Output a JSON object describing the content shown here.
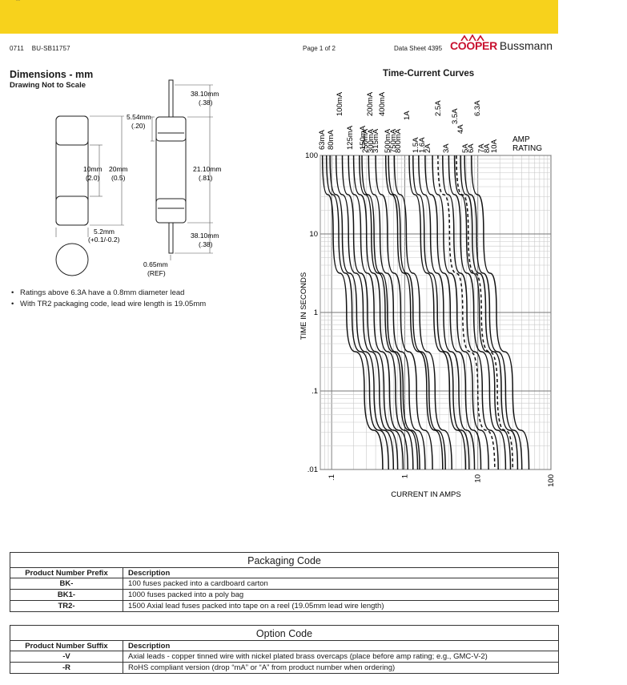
{
  "header": {
    "top_strip": "...",
    "left_code": "0711    BU-SB11757",
    "page": "Page 1 of 2",
    "datasheet": "Data Sheet 4395",
    "brand_cooper": "COOPER",
    "brand_bussmann": "Bussmann"
  },
  "colors": {
    "band": "#f7d21c",
    "brand_red": "#c8102e"
  },
  "dimensions": {
    "title": "Dimensions - mm",
    "subtitle": "Drawing Not to Scale",
    "labels": {
      "body_10mm": "10mm",
      "body_10mm_in": "(2.0)",
      "body_20mm": "20mm",
      "body_20mm_in": "(0.5)",
      "dia_5_2": "5.2mm",
      "dia_5_2_tol": "(+0.1/-0.2)",
      "lead_top": "38.10mm",
      "lead_top_in": "(.38)",
      "cap_5_54": "5.54mm",
      "cap_5_54_in": "(.20)",
      "len_21_10": "21.10mm",
      "len_21_10_in": "(.81)",
      "lead_bot": "38.10mm",
      "lead_bot_in": "(.38)",
      "lead_dia": "0.65mm",
      "lead_dia_ref": "(REF)"
    },
    "notes": [
      "Ratings above 6.3A have a 0.8mm diameter lead",
      "With TR2 packaging code, lead wire length is 19.05mm"
    ]
  },
  "chart": {
    "title": "Time-Current Curves",
    "ylabel": "TIME IN SECONDS",
    "xlabel": "CURRENT IN AMPS",
    "legend_title_1": "AMP",
    "legend_title_2": "RATING",
    "y_ticks": [
      "100",
      "10",
      "1",
      ".1",
      ".01"
    ],
    "x_ticks": [
      ".1",
      "1",
      "10",
      "100"
    ],
    "rating_labels": [
      "63mA",
      "80mA",
      "100mA",
      "125mA",
      "150mA",
      "200mA",
      "250mA",
      "300mA",
      "315mA",
      "400mA",
      "500mA",
      "750mA",
      "800mA",
      "1A",
      "1.5A",
      "1.6A",
      "2A",
      "2.5A",
      "3A",
      "3.5A",
      "4A",
      "5A",
      "6A",
      "6.3A",
      "7A",
      "8A",
      "10A"
    ]
  },
  "chart_data": {
    "type": "line",
    "title": "Time-Current Curves",
    "xlabel": "CURRENT IN AMPS",
    "ylabel": "TIME IN SECONDS",
    "x_scale": "log",
    "y_scale": "log",
    "xlim": [
      0.07,
      100
    ],
    "ylim": [
      0.01,
      100
    ],
    "grid": true,
    "note": "",
    "series": [
      {
        "name": "63mA",
        "points": [
          [
            0.075,
            100
          ],
          [
            0.105,
            10
          ],
          [
            0.16,
            1
          ],
          [
            0.28,
            0.1
          ],
          [
            0.5,
            0.01
          ]
        ]
      },
      {
        "name": "80mA",
        "points": [
          [
            0.085,
            100
          ],
          [
            0.125,
            10
          ],
          [
            0.19,
            1
          ],
          [
            0.33,
            0.1
          ],
          [
            0.6,
            0.01
          ]
        ]
      },
      {
        "name": "100mA",
        "points": [
          [
            0.095,
            100
          ],
          [
            0.14,
            10
          ],
          [
            0.22,
            1
          ],
          [
            0.38,
            0.1
          ],
          [
            0.7,
            0.01
          ]
        ]
      },
      {
        "name": "125mA",
        "points": [
          [
            0.115,
            100
          ],
          [
            0.17,
            10
          ],
          [
            0.27,
            1
          ],
          [
            0.45,
            0.1
          ],
          [
            0.8,
            0.01
          ]
        ]
      },
      {
        "name": "150mA",
        "points": [
          [
            0.14,
            100
          ],
          [
            0.2,
            10
          ],
          [
            0.31,
            1
          ],
          [
            0.52,
            0.1
          ],
          [
            0.95,
            0.01
          ]
        ]
      },
      {
        "name": "200mA",
        "points": [
          [
            0.17,
            100
          ],
          [
            0.25,
            10
          ],
          [
            0.38,
            1
          ],
          [
            0.62,
            0.1
          ],
          [
            1.1,
            0.01
          ]
        ]
      },
      {
        "name": "250mA",
        "points": [
          [
            0.2,
            100
          ],
          [
            0.3,
            10
          ],
          [
            0.46,
            1
          ],
          [
            0.75,
            0.1
          ],
          [
            1.3,
            0.01
          ]
        ]
      },
      {
        "name": "300mA",
        "points": [
          [
            0.24,
            100
          ],
          [
            0.35,
            10
          ],
          [
            0.54,
            1
          ],
          [
            0.88,
            0.1
          ],
          [
            1.5,
            0.01
          ]
        ]
      },
      {
        "name": "315mA",
        "points": [
          [
            0.26,
            100
          ],
          [
            0.38,
            10
          ],
          [
            0.58,
            1
          ],
          [
            0.95,
            0.1
          ],
          [
            1.6,
            0.01
          ]
        ]
      },
      {
        "name": "400mA",
        "points": [
          [
            0.32,
            100
          ],
          [
            0.46,
            10
          ],
          [
            0.7,
            1
          ],
          [
            1.15,
            0.1
          ],
          [
            1.9,
            0.01
          ]
        ]
      },
      {
        "name": "500mA",
        "points": [
          [
            0.4,
            100
          ],
          [
            0.58,
            10
          ],
          [
            0.88,
            1
          ],
          [
            1.45,
            0.1
          ],
          [
            2.4,
            0.01
          ]
        ]
      },
      {
        "name": "750mA",
        "points": [
          [
            0.55,
            100
          ],
          [
            0.8,
            10
          ],
          [
            1.2,
            1
          ],
          [
            2,
            0.1
          ],
          [
            3.3,
            0.01
          ]
        ]
      },
      {
        "name": "800mA",
        "points": [
          [
            0.6,
            100
          ],
          [
            0.87,
            10
          ],
          [
            1.3,
            1
          ],
          [
            2.15,
            0.1
          ],
          [
            3.6,
            0.01
          ]
        ]
      },
      {
        "name": "1A",
        "points": [
          [
            0.72,
            100
          ],
          [
            1.05,
            10
          ],
          [
            1.6,
            1
          ],
          [
            2.6,
            0.1
          ],
          [
            4.4,
            0.01
          ]
        ]
      },
      {
        "name": "1.5A",
        "points": [
          [
            1.15,
            100
          ],
          [
            1.65,
            10
          ],
          [
            2.5,
            1
          ],
          [
            4.1,
            0.1
          ],
          [
            6.8,
            0.01
          ]
        ]
      },
      {
        "name": "1.6A",
        "points": [
          [
            1.3,
            100
          ],
          [
            1.85,
            10
          ],
          [
            2.8,
            1
          ],
          [
            4.6,
            0.1
          ],
          [
            7.6,
            0.01
          ]
        ]
      },
      {
        "name": "2A",
        "points": [
          [
            1.55,
            100
          ],
          [
            2.25,
            10
          ],
          [
            3.4,
            1
          ],
          [
            5.5,
            0.1
          ],
          [
            9,
            0.01
          ]
        ]
      },
      {
        "name": "2.5A",
        "points": [
          [
            1.9,
            100
          ],
          [
            2.8,
            10
          ],
          [
            4.2,
            1
          ],
          [
            6.8,
            0.1
          ],
          [
            11,
            0.01
          ]
        ]
      },
      {
        "name": "3A",
        "points": [
          [
            2.4,
            100
          ],
          [
            3.4,
            10
          ],
          [
            5.2,
            1
          ],
          [
            8.5,
            0.1
          ],
          [
            14,
            0.01
          ]
        ]
      },
      {
        "name": "3.5A",
        "points": [
          [
            2.85,
            100
          ],
          [
            4.1,
            10
          ],
          [
            6.2,
            1
          ],
          [
            10,
            0.1
          ],
          [
            17,
            0.01
          ]
        ]
      },
      {
        "name": "4A",
        "points": [
          [
            3.3,
            100
          ],
          [
            4.7,
            10
          ],
          [
            7.1,
            1
          ],
          [
            11.5,
            0.1
          ],
          [
            19,
            0.01
          ]
        ]
      },
      {
        "name": "5A",
        "points": [
          [
            4,
            100
          ],
          [
            5.8,
            10
          ],
          [
            8.8,
            1
          ],
          [
            14.5,
            0.1
          ],
          [
            24,
            0.01
          ]
        ]
      },
      {
        "name": "6A",
        "points": [
          [
            4.8,
            100
          ],
          [
            7,
            10
          ],
          [
            10.5,
            1
          ],
          [
            17,
            0.1
          ],
          [
            28,
            0.01
          ]
        ]
      },
      {
        "name": "6.3A",
        "points": [
          [
            5.1,
            100
          ],
          [
            7.4,
            10
          ],
          [
            11.2,
            1
          ],
          [
            18.5,
            0.1
          ],
          [
            30,
            0.01
          ]
        ]
      },
      {
        "name": "7A",
        "points": [
          [
            5.8,
            100
          ],
          [
            8.4,
            10
          ],
          [
            12.8,
            1
          ],
          [
            21,
            0.1
          ],
          [
            35,
            0.01
          ]
        ]
      },
      {
        "name": "8A",
        "points": [
          [
            6.6,
            100
          ],
          [
            9.6,
            10
          ],
          [
            14.5,
            1
          ],
          [
            24,
            0.1
          ],
          [
            40,
            0.01
          ]
        ]
      },
      {
        "name": "10A",
        "points": [
          [
            8.2,
            100
          ],
          [
            12,
            10
          ],
          [
            18,
            1
          ],
          [
            30,
            0.1
          ],
          [
            50,
            0.01
          ]
        ]
      }
    ]
  },
  "packaging": {
    "title": "Packaging Code",
    "col1": "Product Number Prefix",
    "col2": "Description",
    "rows": [
      {
        "code": "BK-",
        "desc": "100 fuses packed into a cardboard carton"
      },
      {
        "code": "BK1-",
        "desc": "1000 fuses packed into a poly bag"
      },
      {
        "code": "TR2-",
        "desc": "1500 Axial lead fuses packed into tape on a reel (19.05mm lead wire length)"
      }
    ]
  },
  "option": {
    "title": "Option Code",
    "col1": "Product Number Suffix",
    "col2": "Description",
    "rows": [
      {
        "code": "-V",
        "desc": "Axial leads - copper tinned wire with nickel plated brass overcaps (place before amp rating; e.g., GMC-V-2)"
      },
      {
        "code": "-R",
        "desc": "RoHS compliant version (drop “mA” or “A” from product number when ordering)"
      }
    ]
  }
}
